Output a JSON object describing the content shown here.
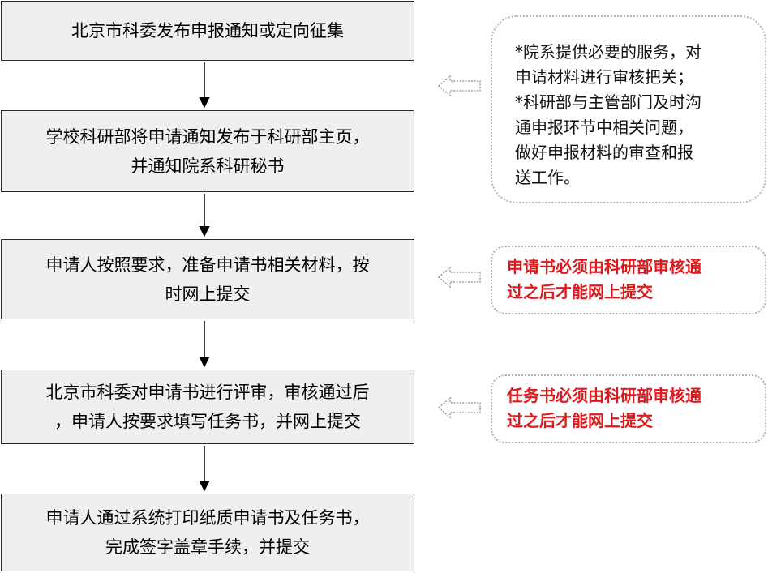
{
  "flow_steps": [
    {
      "id": "step1",
      "lines": [
        "北京市科委发布申报通知或定向征集"
      ]
    },
    {
      "id": "step2",
      "lines": [
        "学校科研部将申请通知发布于科研部主页，",
        "并通知院系科研秘书"
      ]
    },
    {
      "id": "step3",
      "lines": [
        "申请人按照要求，准备申请书相关材料，按",
        "时网上提交"
      ]
    },
    {
      "id": "step4",
      "lines": [
        "北京市科委对申请书进行评审，审核通过后",
        "，申请人按要求填写任务书，并网上提交"
      ]
    },
    {
      "id": "step5",
      "lines": [
        "申请人通过系统打印纸质申请书及任务书，",
        "完成签字盖章手续，并提交"
      ]
    }
  ],
  "side_notes": [
    {
      "id": "note1",
      "lines": [
        "*院系提供必要的服务，对",
        "申请材料进行审核把关；",
        "*科研部与主管部门及时沟",
        "通申报环节中相关问题，",
        "做好申报材料的审查和报",
        "送工作。"
      ],
      "color": "#111111"
    },
    {
      "id": "note2",
      "lines": [
        "申请书必须由科研部审核通",
        "过之后才能网上提交"
      ],
      "color": "#e0191d"
    },
    {
      "id": "note3",
      "lines": [
        "任务书必须由科研部审核通",
        "过之后才能网上提交"
      ],
      "color": "#e0191d"
    }
  ],
  "colors": {
    "step_fill": "#efefef",
    "step_border": "#2b2b2b",
    "note_border": "#b5b5b5",
    "highlight_text": "#e0191d"
  }
}
